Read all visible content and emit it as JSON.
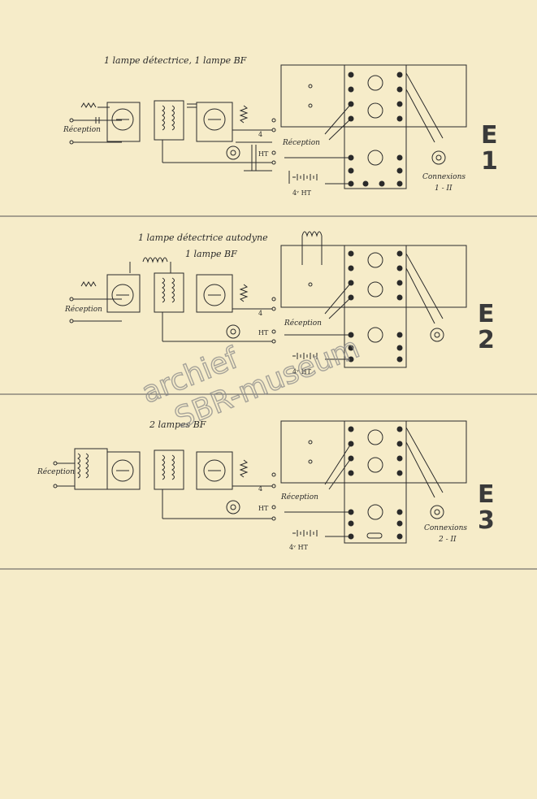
{
  "colors": {
    "paper": "#f6ecc9",
    "ink": "#2a2a2a",
    "watermark": "#8a8a8a"
  },
  "sections": [
    {
      "title": "1 lampe détectrice, 1 lampe BF",
      "schematic_label": "Réception",
      "panel_label": "Réception",
      "volt_4": "4",
      "ht": "HT",
      "battery": "4ᵛ  HT",
      "connexions": "Connexions",
      "connexions_code": "1 - II",
      "big_letter": "E",
      "big_number": "1"
    },
    {
      "title": "1 lampe détectrice autodyne",
      "title2": "1 lampe BF",
      "schematic_label": "Réception",
      "panel_label": "Réception",
      "volt_4": "4",
      "ht": "HT",
      "battery": "4ᵛ  HT",
      "big_letter": "E",
      "big_number": "2"
    },
    {
      "title": "2 lampes BF",
      "schematic_label": "Réception",
      "panel_label": "Réception",
      "volt_4": "4",
      "ht": "HT",
      "battery": "4ᵛ  HT",
      "connexions": "Connexions",
      "connexions_code": "2 - II",
      "big_letter": "E",
      "big_number": "3"
    }
  ],
  "watermark": {
    "line1": "archief",
    "line2": "SBR-museum"
  }
}
